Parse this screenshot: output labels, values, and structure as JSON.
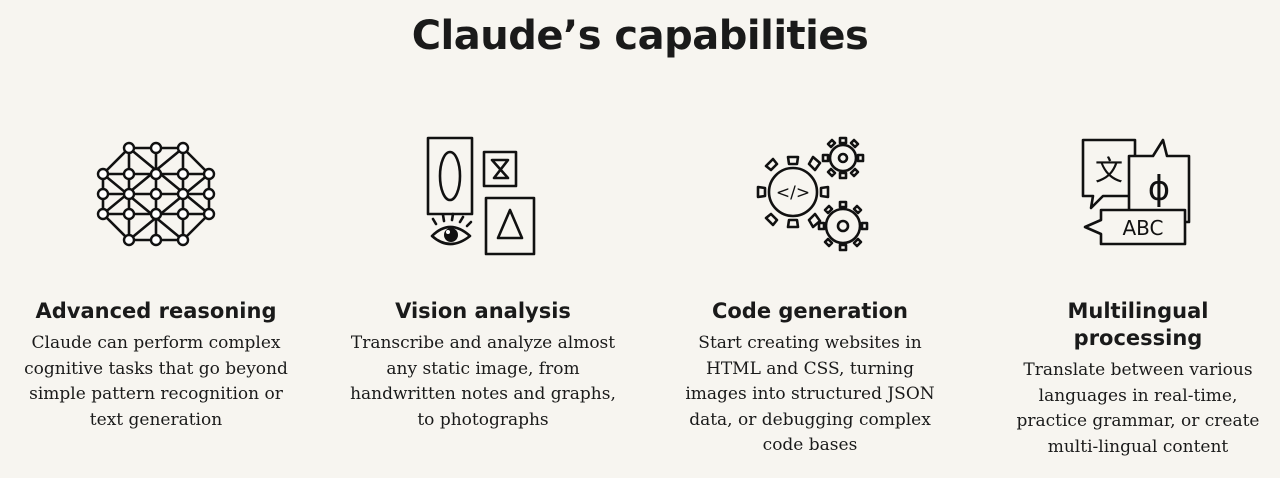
{
  "page": {
    "title": "Claude’s capabilities"
  },
  "capabilities": [
    {
      "icon": "network-graph-icon",
      "title": "Advanced reasoning",
      "description": "Claude can perform complex cognitive tasks that go beyond simple pattern recognition or text generation"
    },
    {
      "icon": "vision-gallery-icon",
      "title": "Vision analysis",
      "description": "Transcribe and analyze almost any static image, from handwritten notes and graphs, to photographs"
    },
    {
      "icon": "code-gears-icon",
      "title": "Code generation",
      "description": "Start creating websites in HTML and CSS, turning images into structured JSON data, or debugging complex code bases"
    },
    {
      "icon": "translation-bubbles-icon",
      "title": "Multilingual processing",
      "description": "Translate between various languages in real-time, practice grammar, or create multi-lingual content"
    }
  ],
  "icon_glyphs": {
    "code": "</>",
    "chinese": "文",
    "phi": "ɸ",
    "abc": "ABC"
  }
}
